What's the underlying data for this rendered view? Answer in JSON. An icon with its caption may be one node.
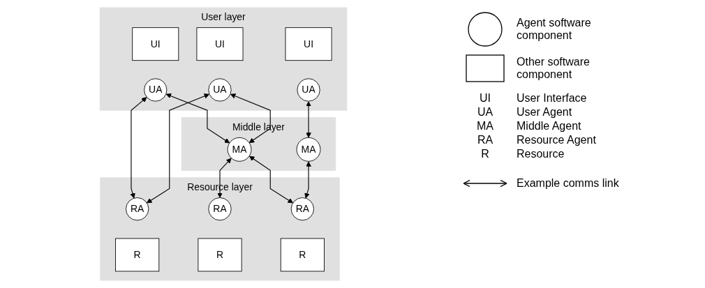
{
  "diagram": {
    "nodes": [
      {
        "text": [
          "User layer"
        ]
      },
      {
        "text": [
          "UI"
        ],
        "in": 0
      },
      {
        "text": [
          "UA"
        ],
        "in": 0
      },
      {
        "text": [
          "UI"
        ],
        "in": 0
      },
      {
        "text": [
          "UA"
        ],
        "in": 0
      },
      {
        "text": [
          "UI"
        ],
        "in": 0
      },
      {
        "text": [
          "UA"
        ],
        "in": 0
      },
      {
        "text": [
          "Middle layer"
        ]
      },
      {
        "text": [
          "MA"
        ],
        "in": 7
      },
      {
        "text": [
          "MA"
        ],
        "in": 7
      },
      {
        "text": [
          "Resource layer"
        ]
      },
      {
        "text": [
          "RA"
        ],
        "in": 10
      },
      {
        "text": [
          "R"
        ],
        "in": 10
      },
      {
        "text": [
          "RA"
        ],
        "in": 10
      },
      {
        "text": [
          "R"
        ],
        "in": 10
      },
      {
        "text": [
          "RA"
        ],
        "in": 10
      },
      {
        "text": [
          "R"
        ],
        "in": 10
      }
    ],
    "edges": [
      {
        "from": 2,
        "to": 11,
        "arrow": "both"
      },
      {
        "from": 2,
        "to": 8,
        "arrow": "both"
      },
      {
        "from": 4,
        "to": 8,
        "arrow": "both"
      },
      {
        "from": 4,
        "to": 11,
        "arrow": "both"
      },
      {
        "from": 6,
        "to": 9,
        "arrow": "both"
      },
      {
        "from": 8,
        "to": 13,
        "arrow": "both"
      },
      {
        "from": 8,
        "to": 15,
        "arrow": "both"
      },
      {
        "from": 9,
        "to": 15,
        "arrow": "both"
      }
    ],
    "labels": [
      "UI",
      "User Interface",
      "UA",
      "User Agent",
      "MA",
      "Middle Agent",
      "RA",
      "Resource Agent",
      "R",
      "Resource"
    ],
    "legend": [
      {
        "text": "Agent software component"
      },
      {
        "text": "Other software component"
      },
      {
        "text": "Example comms link"
      }
    ]
  }
}
